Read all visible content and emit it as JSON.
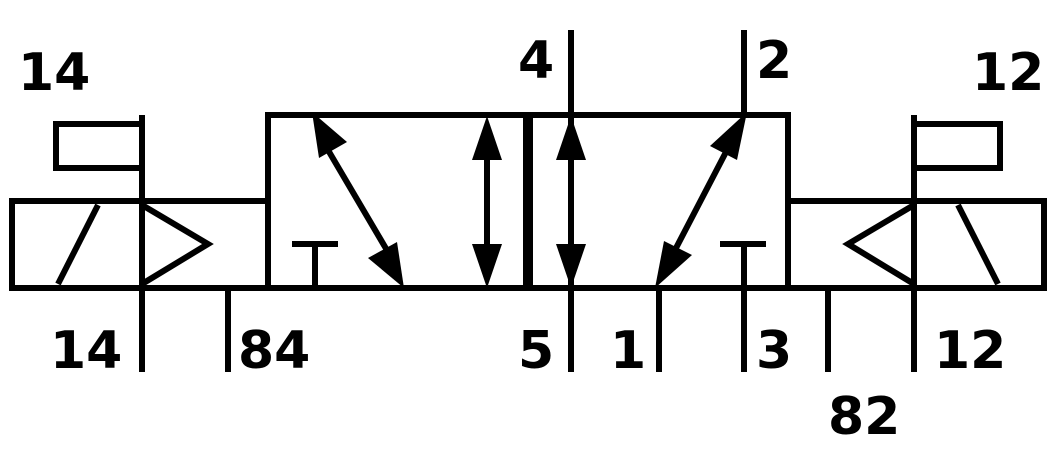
{
  "diagram": {
    "title": "",
    "ports": {
      "pilot_14_top": "14",
      "pilot_12_top": "12",
      "port_4": "4",
      "port_2": "2",
      "pilot_14_bottom": "14",
      "port_84": "84",
      "port_5": "5",
      "port_1": "1",
      "port_3": "3",
      "pilot_12_bottom": "12",
      "port_82": "82"
    },
    "colors": {
      "stroke": "#000000",
      "background": "#ffffff"
    }
  }
}
